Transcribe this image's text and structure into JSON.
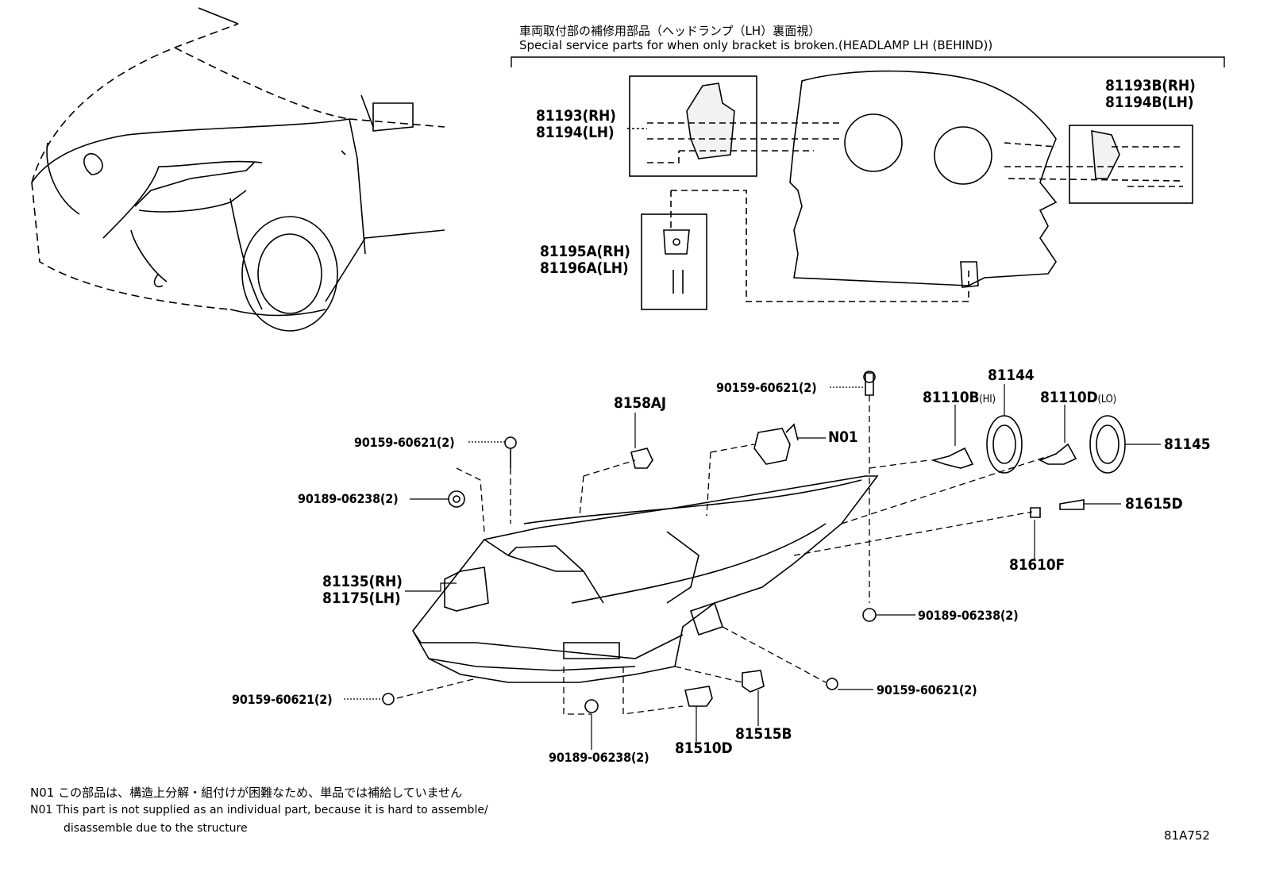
{
  "header": {
    "jp": "車両取付部の補修用部品（ヘッドランプ（LH）裏面視）",
    "en": "Special service parts for when only bracket is broken.(HEADLAMP LH (BEHIND))"
  },
  "parts": {
    "p81193": "81193(RH)",
    "p81194": "81194(LH)",
    "p81195A": "81195A(RH)",
    "p81196A": "81196A(LH)",
    "p81193B": "81193B(RH)",
    "p81194B": "81194B(LH)",
    "p90159_a": "90159-60621(2)",
    "p8158AJ": "8158AJ",
    "p90159_b": "90159-60621(2)",
    "pN01": "N01",
    "p81144": "81144",
    "p81110B": "81110B",
    "p81110B_q": "(HI)",
    "p81110D": "81110D",
    "p81110D_q": "(LO)",
    "p81145": "81145",
    "p90189_a": "90189-06238(2)",
    "p81615D": "81615D",
    "p81610F": "81610F",
    "p81135": "81135(RH)",
    "p81175": "81175(LH)",
    "p90189_b": "90189-06238(2)",
    "p90159_c": "90159-60621(2)",
    "p90159_d": "90159-60621(2)",
    "p81510D": "81510D",
    "p81515B": "81515B",
    "p90189_c": "90189-06238(2)"
  },
  "notes": {
    "jp": "N01 この部品は、構造上分解・組付けが困難なため、単品では補給していません",
    "en1": "N01 This part is not supplied as an individual part, because it is hard to assemble/",
    "en2": "disassemble due to the structure"
  },
  "diagram_code": "81A752"
}
